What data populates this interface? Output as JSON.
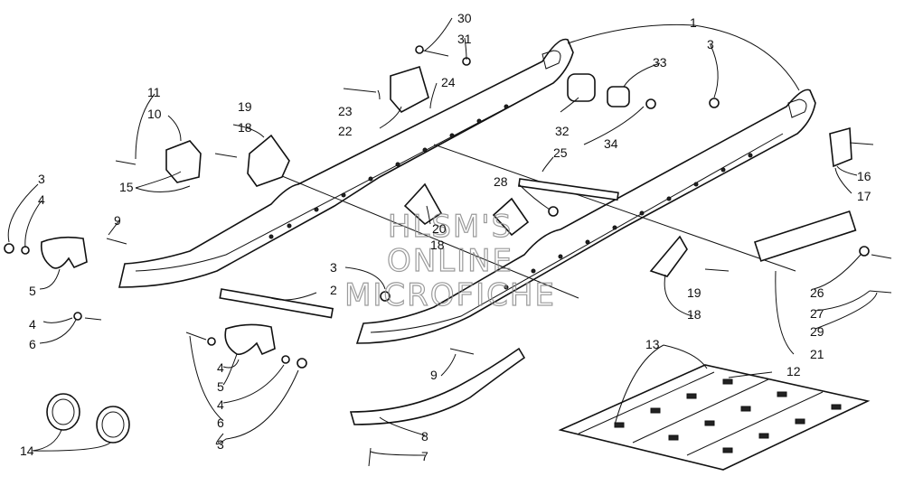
{
  "watermark": [
    "HLSM'S",
    "ONLINE",
    "MICROFICHE"
  ],
  "callouts": [
    "1",
    "2",
    "3",
    "4",
    "5",
    "6",
    "7",
    "8",
    "9",
    "10",
    "11",
    "12",
    "13",
    "14",
    "15",
    "16",
    "17",
    "18",
    "19",
    "20",
    "21",
    "22",
    "23",
    "24",
    "25",
    "26",
    "27",
    "28",
    "29",
    "30",
    "31",
    "32",
    "33",
    "34"
  ]
}
